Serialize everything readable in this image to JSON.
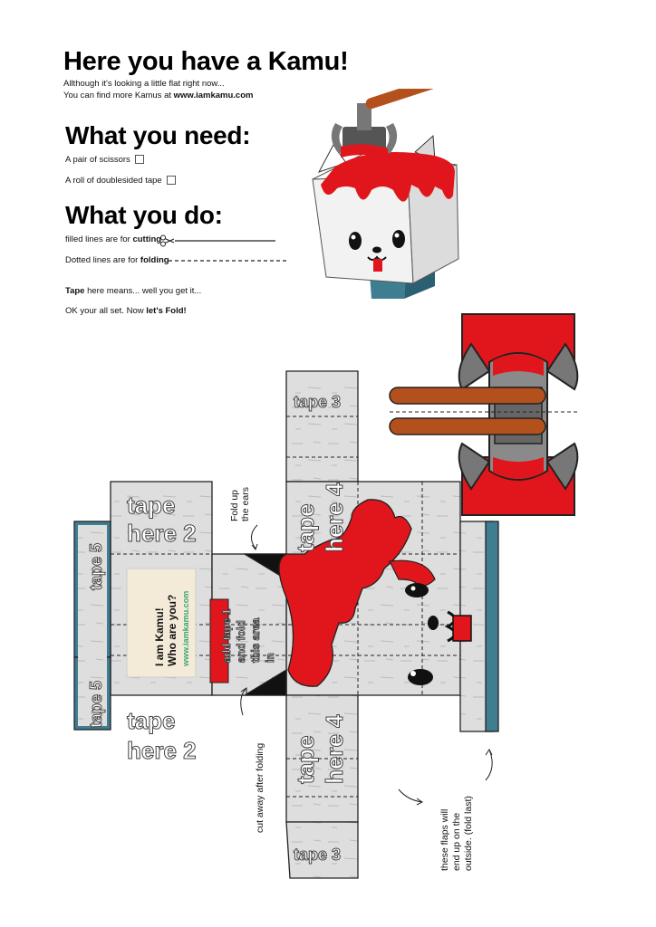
{
  "header": {
    "title": "Here you have a Kamu!",
    "line1": "Allthough it's looking a little flat right now...",
    "line2_prefix": "You can find more Kamus at ",
    "line2_link": "www.iamkamu.com"
  },
  "need": {
    "heading": "What you need:",
    "items": [
      "A pair of scissors",
      "A roll of doublesided tape"
    ]
  },
  "doo": {
    "heading": "What you do:",
    "cut_prefix": "filled lines are for ",
    "cut_word": "cutting",
    "fold_prefix": "Dotted lines are for ",
    "fold_word": "folding",
    "tape_word": "Tape",
    "tape_rest": " here means... well you get it...",
    "final_prefix": "OK your all set. Now ",
    "final_word": "let's Fold!"
  },
  "template": {
    "tape3_top": "tape 3",
    "tape3_bottom": "tape 3",
    "tape4_top_a": "tape",
    "tape4_top_b": "here 4",
    "tape4_bottom_a": "tape",
    "tape4_bottom_b": "here 4",
    "tape2_top_a": "tape",
    "tape2_top_b": "here 2",
    "tape2_bottom_a": "tape",
    "tape2_bottom_b": "here 2",
    "tape5_top": "tape 5",
    "tape5_bottom": "tape 5",
    "tape1_a": "add tape 1",
    "tape1_b": "and fold",
    "tape1_c": "this area",
    "tape1_d": "in",
    "card_line1": "I am Kamu!",
    "card_line2": "Who are you?",
    "card_url": "www.iamkamu.com"
  },
  "notes": {
    "ears_a": "Fold up",
    "ears_b": "the ears",
    "cutaway": "cut away after folding",
    "flaps_a": "these flaps will",
    "flaps_b": "end up on the",
    "flaps_c": "outside. (fold last)"
  },
  "colors": {
    "red": "#e0161c",
    "dark_red": "#a90d10",
    "teal": "#3f7d91",
    "card_green": "#3aa575",
    "paper": "#d9d9d9",
    "handle": "#b4501c"
  },
  "icons": [
    "scissors-icon",
    "checkbox-icon",
    "axe-icon",
    "curved-arrow-icon"
  ]
}
